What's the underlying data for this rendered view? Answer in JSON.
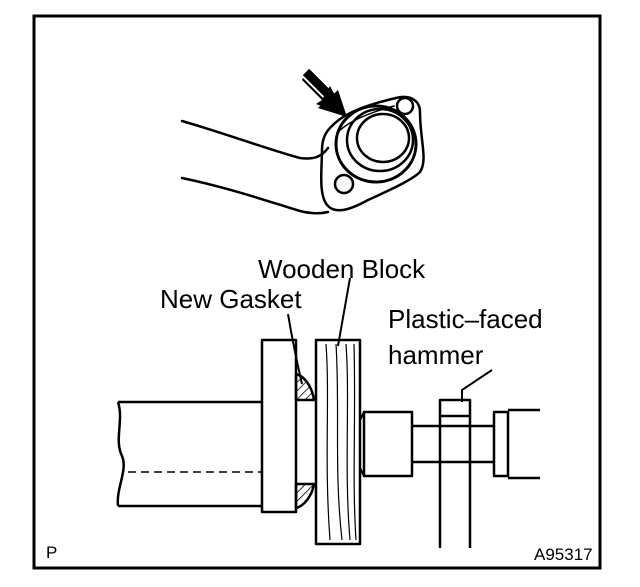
{
  "labels": {
    "wooden_block": "Wooden Block",
    "new_gasket": "New Gasket",
    "plastic_faced_line1": "Plastic–faced",
    "plastic_faced_line2": "hammer",
    "corner_code": "P",
    "figure_id": "A95317"
  },
  "colors": {
    "ink": "#000000",
    "paper": "#ffffff"
  },
  "icons": {
    "pointer": "arrow-icon"
  }
}
